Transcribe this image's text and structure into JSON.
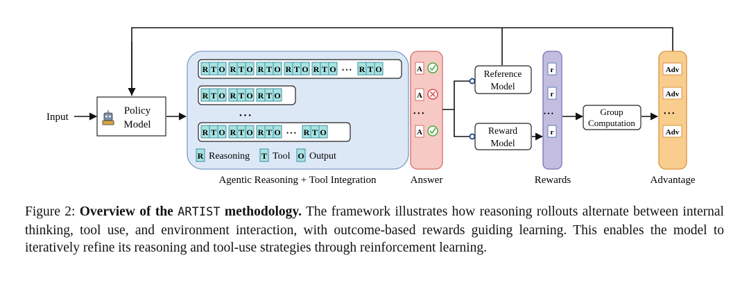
{
  "diagram": {
    "input_label": "Input",
    "policy_model": [
      "Policy",
      "Model"
    ],
    "token_r": "R",
    "token_t": "T",
    "token_o": "O",
    "ellipsis": "• • •",
    "legend": {
      "reasoning": "Reasoning",
      "tool": "Tool",
      "output": "Output"
    },
    "agentic_label": "Agentic Reasoning + Tool Integration",
    "answer_label": "Answer",
    "answer_token": "A",
    "reference_model": [
      "Reference",
      "Model"
    ],
    "reward_model": [
      "Reward",
      "Model"
    ],
    "reward_token": "r",
    "rewards_label": "Rewards",
    "group_computation": [
      "Group",
      "Computation"
    ],
    "adv_token": "Adv",
    "advantage_label": "Advantage",
    "colors": {
      "agentic_bg": "#dde8f7",
      "agentic_border": "#7e9cc7",
      "token_fill": "#a8e3e0",
      "token_border": "#3c8da6",
      "answer_bg": "#f7c9c4",
      "answer_border": "#d26d66",
      "rewards_bg": "#c3bde0",
      "rewards_border": "#7a70b0",
      "advantage_bg": "#f9cd8e",
      "advantage_border": "#d8923a",
      "check": "#4aa843",
      "cross": "#d84a4a"
    }
  },
  "caption": {
    "prefix": "Figure 2: ",
    "bold_1": "Overview of the ",
    "mono": "ARTIST",
    "bold_2": " methodology.",
    "body": " The framework illustrates how reasoning rollouts alternate between internal thinking, tool use, and environment interaction, with outcome-based rewards guiding learning. This enables the model to iteratively refine its reasoning and tool-use strategies through reinforcement learning."
  }
}
